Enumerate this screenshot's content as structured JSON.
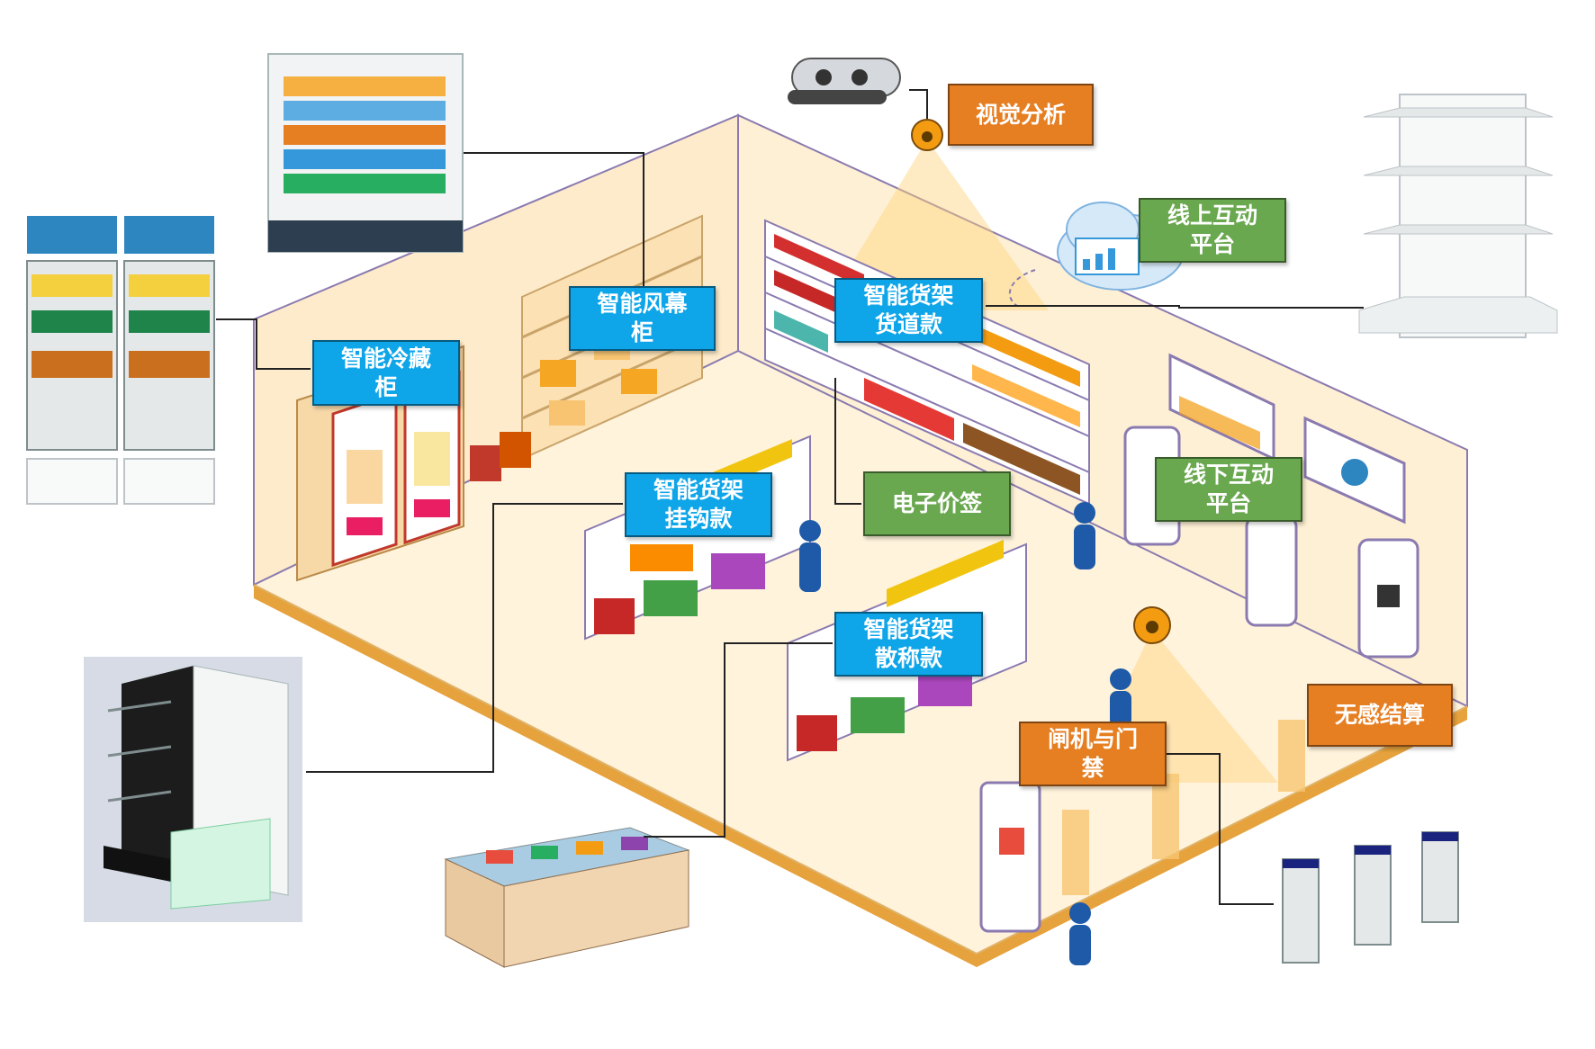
{
  "colors": {
    "blue": "#0EA5E9",
    "green": "#6AA84F",
    "orange": "#E67E22",
    "connector": "#222222",
    "floor": "#FFF3DC",
    "wall": "#FDEBCB",
    "floor_edge": "#E6A23C"
  },
  "labels": {
    "vision": "视觉分析",
    "online": "线上互动\n平台",
    "wind": "智能风幕\n柜",
    "fridge": "智能冷藏\n柜",
    "lane": "智能货架\n货道款",
    "hook": "智能货架\n挂钩款",
    "eprice": "电子价签",
    "offline": "线下互动\n平台",
    "bulk": "智能货架\n散称款",
    "checkout": "无感结算",
    "gate": "闸机与门\n禁"
  },
  "icons": [
    "vision-camera-icon",
    "ceiling-camera-icon",
    "cloud-platform-icon",
    "open-air-chiller-icon",
    "double-door-fridge-icon",
    "wall-shelf-icon",
    "pegboard-shelf-icon",
    "bulk-bin-table-icon",
    "speed-gate-icon",
    "shopper-figure-icon"
  ]
}
